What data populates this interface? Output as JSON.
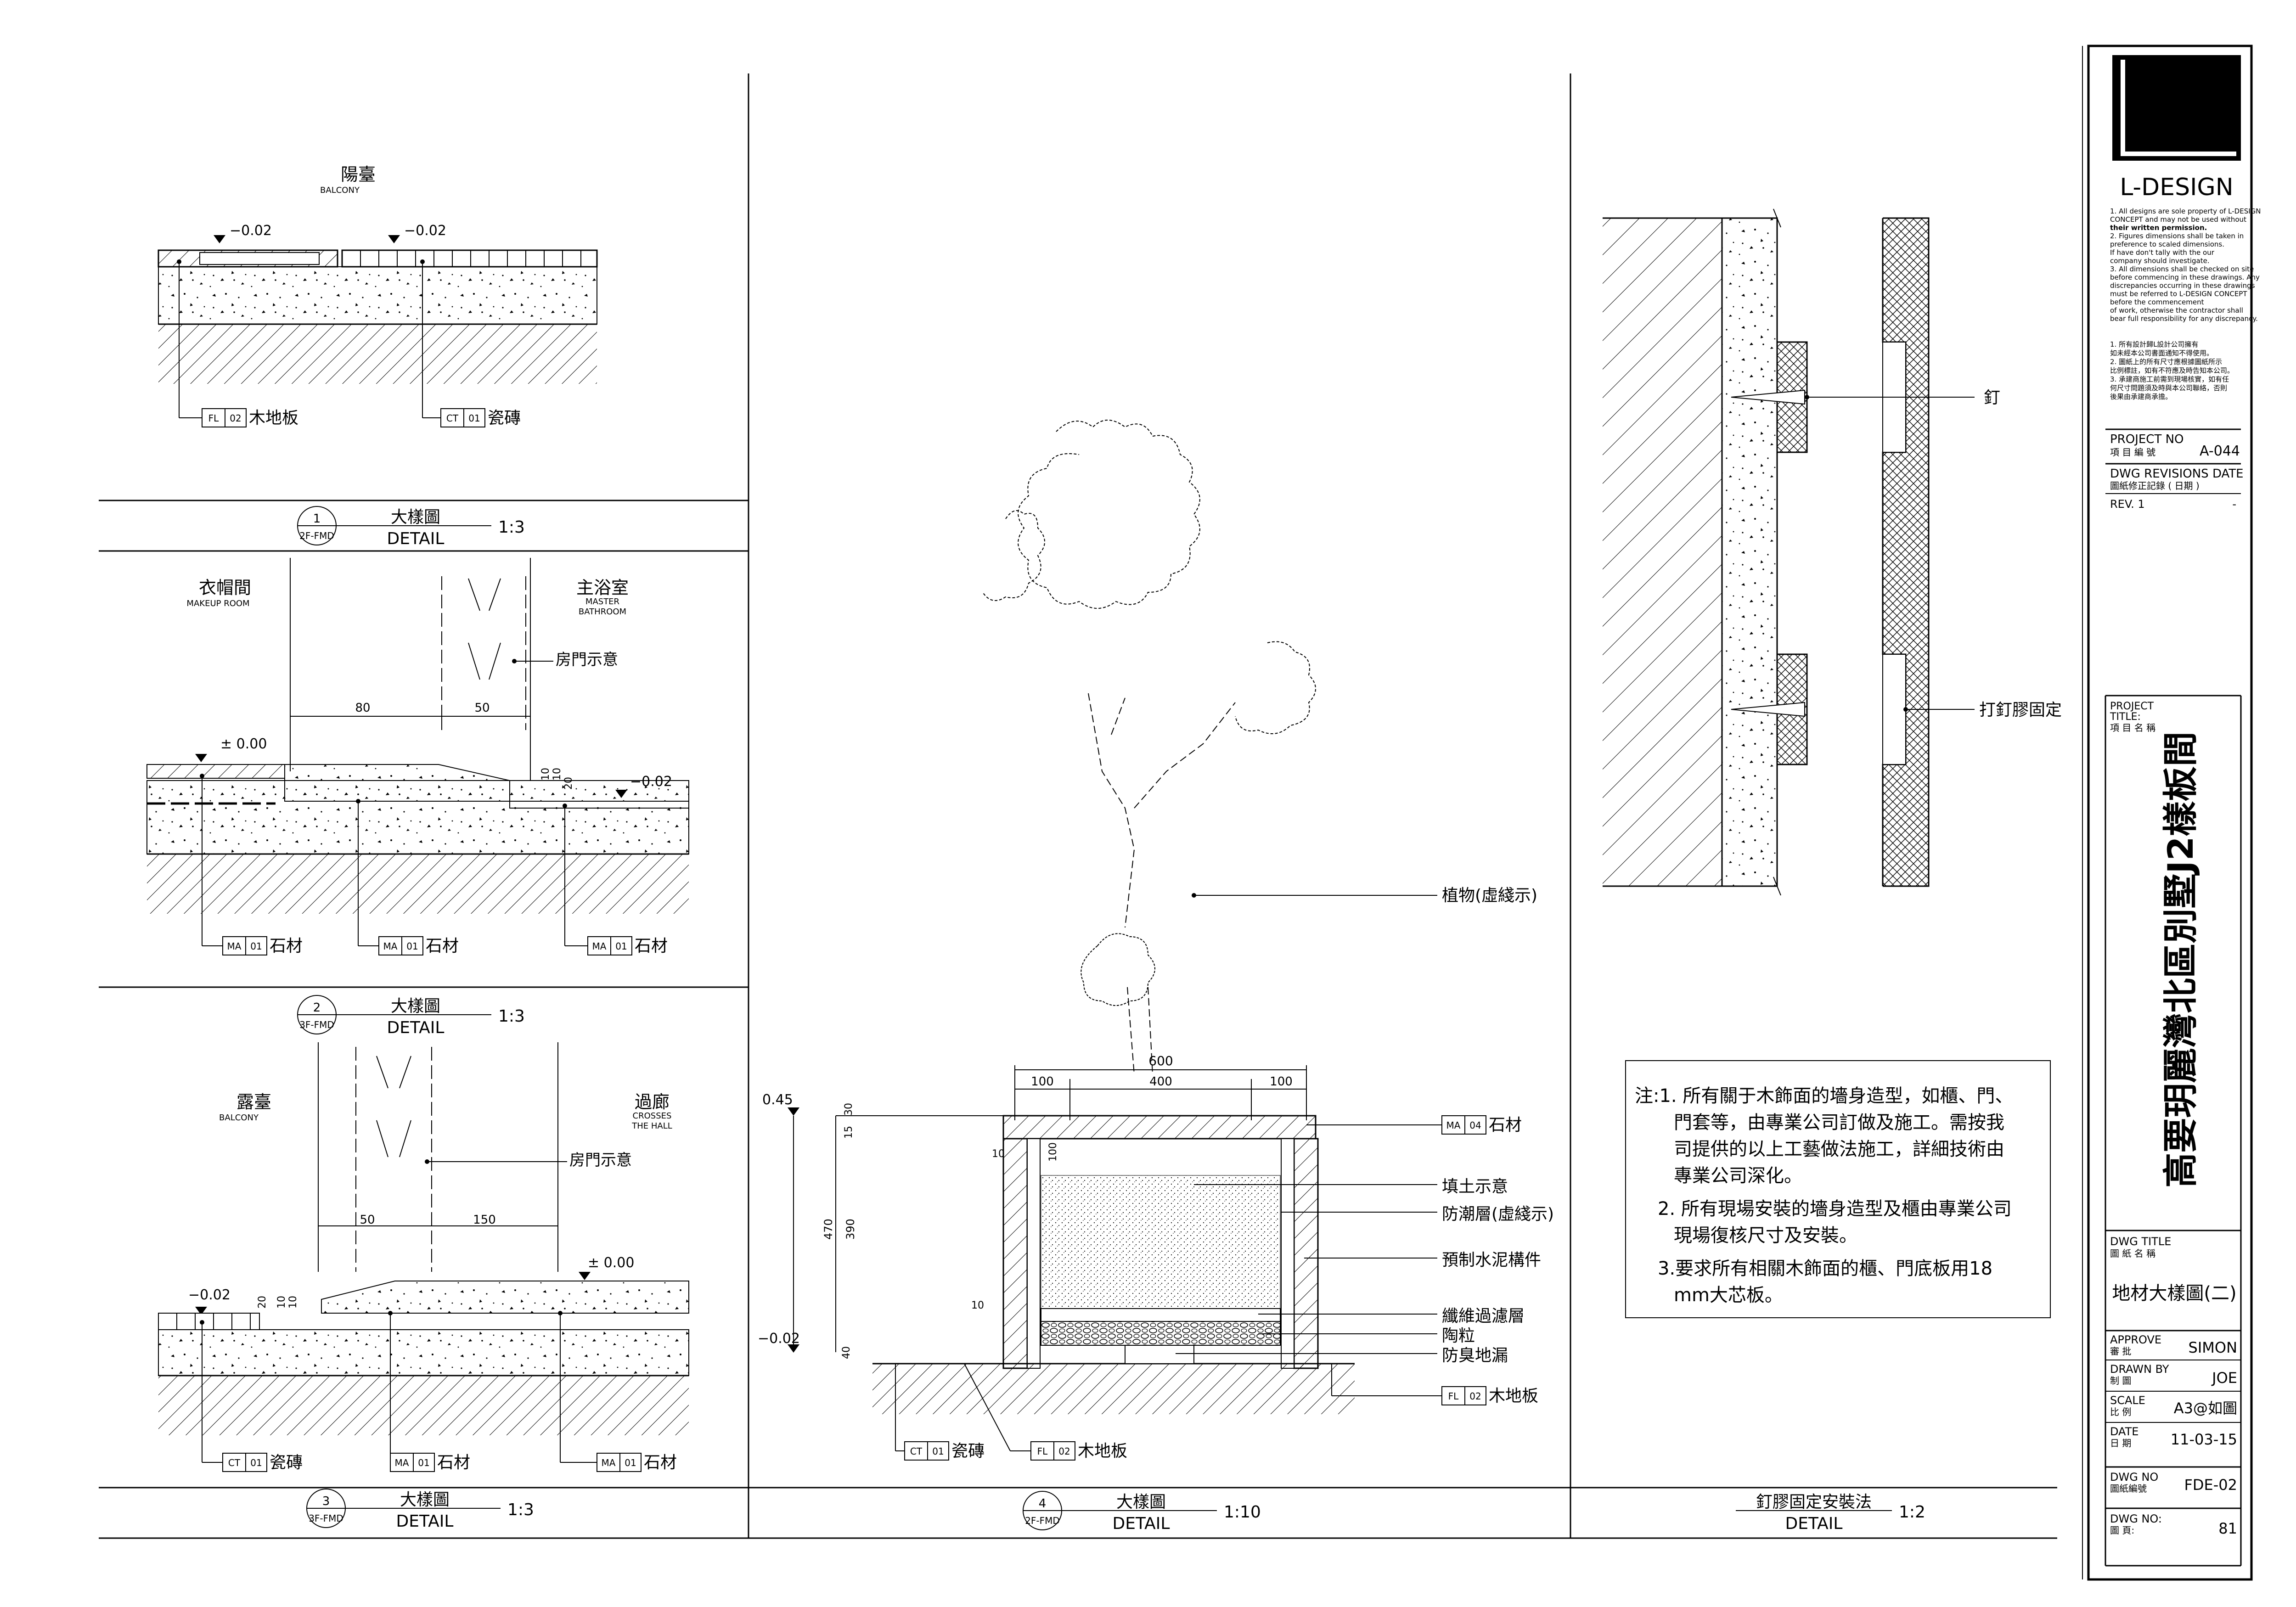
{
  "section1": {
    "label": "陽臺",
    "label_en": "BALCONY",
    "level_left": "−0.02",
    "level_right": "−0.02",
    "tag1": {
      "code": "FL",
      "num": "02",
      "text": "木地板"
    },
    "tag2": {
      "code": "CT",
      "num": "01",
      "text": "瓷磚"
    },
    "title": {
      "num": "1",
      "ref": "2F-FMD",
      "name": "大樣圖",
      "detail": "DETAIL",
      "scale": "1:3"
    }
  },
  "section2": {
    "room_left": "衣帽間",
    "room_left_en": "MAKEUP ROOM",
    "room_right": "主浴室",
    "room_right_en1": "MASTER",
    "room_right_en2": "BATHROOM",
    "door_note": "房門示意",
    "dim1": "80",
    "dim2": "50",
    "dim3": "10",
    "dim4": "10",
    "dim5": "20",
    "level_left": "± 0.00",
    "level_right": "−0.02",
    "tag1": {
      "code": "MA",
      "num": "01",
      "text": "石材"
    },
    "tag2": {
      "code": "MA",
      "num": "01",
      "text": "石材"
    },
    "tag3": {
      "code": "MA",
      "num": "01",
      "text": "石材"
    },
    "title": {
      "num": "2",
      "ref": "3F-FMD",
      "name": "大樣圖",
      "detail": "DETAIL",
      "scale": "1:3"
    }
  },
  "section3": {
    "room_left": "露臺",
    "room_left_en": "BALCONY",
    "room_right": "過廊",
    "room_right_en1": "CROSSES",
    "room_right_en2": "THE HALL",
    "door_note": "房門示意",
    "dim1": "50",
    "dim2": "150",
    "dim3": "20",
    "dim4": "10",
    "dim5": "10",
    "level_left": "−0.02",
    "level_right": "± 0.00",
    "tag1": {
      "code": "CT",
      "num": "01",
      "text": "瓷磚"
    },
    "tag2": {
      "code": "MA",
      "num": "01",
      "text": "石材"
    },
    "tag3": {
      "code": "MA",
      "num": "01",
      "text": "石材"
    },
    "title": {
      "num": "3",
      "ref": "3F-FMD",
      "name": "大樣圖",
      "detail": "DETAIL",
      "scale": "1:3"
    }
  },
  "section4": {
    "plant_label": "植物(虛綫示)",
    "level_top": "0.45",
    "level_bottom": "−0.02",
    "dim_total": "600",
    "dim_a": "100",
    "dim_b": "400",
    "dim_c": "100",
    "dim_h1": "470",
    "dim_h2": "390",
    "dim_h3": "15",
    "dim_h4": "30",
    "dim_h5": "40",
    "dim_inner": "100",
    "dim_r": "10",
    "dim_s": "10",
    "tag_ma": {
      "code": "MA",
      "num": "04",
      "text": "石材"
    },
    "fill_label": "填土示意",
    "damp_label": "防潮層(虛綫示)",
    "precast_label": "預制水泥構件",
    "fiber_label": "纖維過濾層",
    "ceramsite_label": "陶粒",
    "drain_label": "防臭地漏",
    "tag_fl": {
      "code": "FL",
      "num": "02",
      "text": "木地板"
    },
    "tag_ct": {
      "code": "CT",
      "num": "01",
      "text": "瓷磚"
    },
    "tag_fl2": {
      "code": "FL",
      "num": "02",
      "text": "木地板"
    },
    "title": {
      "num": "4",
      "ref": "2F-FMD",
      "name": "大樣圖",
      "detail": "DETAIL",
      "scale": "1:10"
    }
  },
  "section5": {
    "nail_label": "釘",
    "glue_label": "打釘膠固定",
    "title": {
      "name": "釘膠固定安裝法",
      "detail": "DETAIL",
      "scale": "1:2"
    }
  },
  "notes": {
    "lines": [
      "注:1. 所有關于木飾面的墻身造型，如櫃、門、",
      "門套等，由專業公司訂做及施工。需按我",
      "司提供的以上工藝做法施工，詳細技術由",
      "專業公司深化。",
      "2. 所有現場安裝的墻身造型及櫃由專業公司",
      "現場復核尺寸及安裝。",
      "3.要求所有相關木飾面的櫃、門底板用18",
      "mm大芯板。"
    ]
  },
  "titleblock": {
    "brand": "L-DESIGN",
    "disclaimer_en": [
      "1. All designs are sole property of L-DESIGN",
      "   CONCEPT  and may not be used without",
      "   their written permission.",
      "2. Figures dimensions shall be taken in",
      "   preference to scaled dimensions.",
      "   If have don't tally with the our",
      "   company should investigate.",
      "3. All dimensions shall be checked on site",
      "   before commencing in these drawings. Any",
      "   discrepancies occurring in these drawings",
      "   must be referred to L-DESIGN CONCEPT",
      "   before the commencement",
      "   of work, otherwise the contractor shall",
      "   bear full  responsibility for any discrepancy."
    ],
    "disclaimer_zh": [
      "1. 所有設計歸L設計公司擁有",
      "   如未經本公司書面通知不得使用。",
      "2. 圖紙上的所有尺寸應根據圖紙所示",
      "   比例標註，如有不符應及時告知本公司。",
      "3. 承建商施工前需到現場核實，如有任",
      "   何尺寸問題須及時與本公司聯絡，否則",
      "   後果由承建商承擔。"
    ],
    "project_no_label": "PROJECT NO",
    "project_no_label_zh": "項 目 編 號",
    "project_no": "A-044",
    "revisions_label": "DWG REVISIONS DATE",
    "revisions_label_zh": "圖紙修正記錄 ( 日期 )",
    "rev": "REV. 1",
    "rev_value": "-",
    "project_title_label": "PROJECT",
    "project_title_label2": "TITLE:",
    "project_title_label_zh": "項 目 名 稱",
    "project_title": "高要玥麗灣北區別墅J2樣板間",
    "dwg_title_label": "DWG TITLE",
    "dwg_title_label_zh": "圖 紙 名 稱",
    "dwg_title": "地材大樣圖(二)",
    "approve_label": "APPROVE",
    "approve_label_zh": "審 批",
    "approve": "SIMON",
    "drawn_label": "DRAWN BY",
    "drawn_label_zh": "制 圖",
    "drawn": "JOE",
    "scale_label": "SCALE",
    "scale_label_zh": "比 例",
    "scale": "A3@如圖",
    "date_label": "DATE",
    "date_label_zh": "日 期",
    "date": "11-03-15",
    "dwg_no_label": "DWG NO",
    "dwg_no_label_zh": "圖紙編號",
    "dwg_no": "FDE-02",
    "page_label": "DWG NO:",
    "page_label_zh": "圖 頁:",
    "page": "81"
  }
}
